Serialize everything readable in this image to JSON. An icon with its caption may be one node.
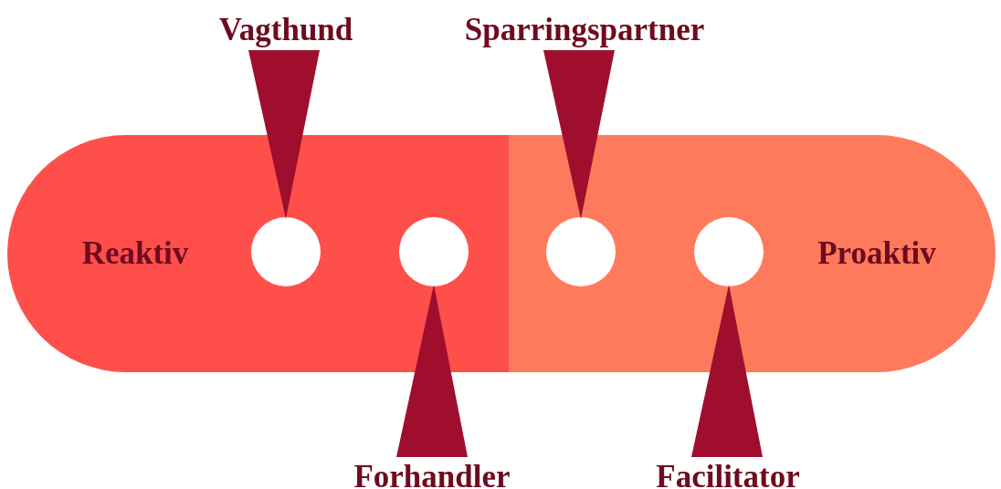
{
  "diagram": {
    "nodes": [
      {
        "text": [
          "Reaktiv"
        ]
      },
      {
        "text": [
          "Proaktiv"
        ]
      },
      {
        "text": [],
        "shape": "circle",
        "in": 0
      },
      {
        "text": [],
        "shape": "circle",
        "in": 0
      },
      {
        "text": [],
        "shape": "circle",
        "in": 1
      },
      {
        "text": [],
        "shape": "circle",
        "in": 1
      },
      {
        "text": [
          "Vagthund"
        ]
      },
      {
        "text": [
          "Forhandler"
        ]
      },
      {
        "text": [
          "Sparringspartner"
        ]
      },
      {
        "text": [
          "Facilitator"
        ]
      }
    ],
    "edges": [
      {
        "from": 6,
        "to": 2,
        "arrow": "none"
      },
      {
        "from": 7,
        "to": 3,
        "arrow": "none"
      },
      {
        "from": 8,
        "to": 4,
        "arrow": "none"
      },
      {
        "from": 9,
        "to": 5,
        "arrow": "none"
      }
    ]
  }
}
